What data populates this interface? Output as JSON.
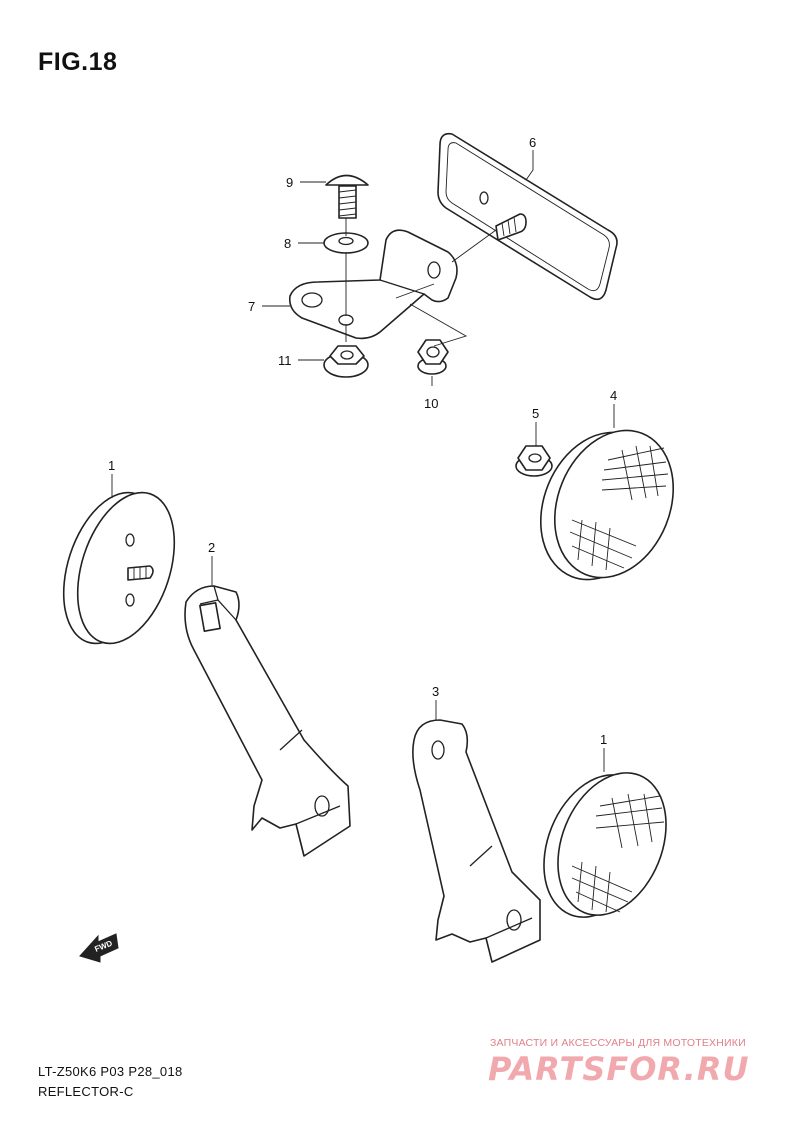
{
  "figure": {
    "title": "FIG.18"
  },
  "callouts": {
    "p1_left": "1",
    "p1_right": "1",
    "p2": "2",
    "p3": "3",
    "p4": "4",
    "p5": "5",
    "p6": "6",
    "p7": "7",
    "p8": "8",
    "p9": "9",
    "p10": "10",
    "p11": "11"
  },
  "fwd_label": "FWD",
  "footer": {
    "model_code": "LT-Z50K6 P03 P28_018",
    "section_name": "REFLECTOR-C"
  },
  "watermark": {
    "tagline": "ЗАПЧАСТИ И АКСЕССУАРЫ ДЛЯ МОТОТЕХНИКИ",
    "logo": "PARTSFOR.RU"
  },
  "colors": {
    "line": "#222222",
    "watermark": "#f2a9ae",
    "watermark_tagline": "#e07f88"
  }
}
